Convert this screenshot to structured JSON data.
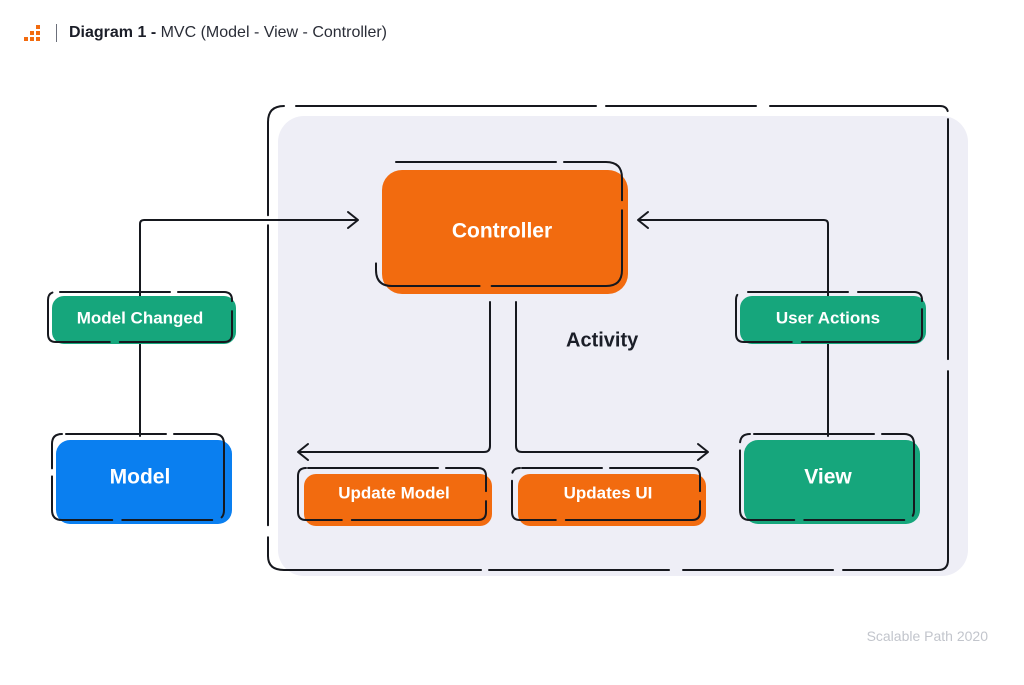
{
  "header": {
    "title_prefix": "Diagram 1 -",
    "title_rest": " MVC (Model - View - Controller)"
  },
  "diagram": {
    "activity_label": "Activity",
    "nodes": {
      "controller": "Controller",
      "model_changed": "Model Changed",
      "model": "Model",
      "user_actions": "User Actions",
      "view": "View",
      "update_model": "Update Model",
      "updates_ui": "Updates UI"
    }
  },
  "footer": {
    "credit": "Scalable Path 2020"
  },
  "colors": {
    "orange": "#f26b0f",
    "green": "#16a67c",
    "blue": "#0a7ff0",
    "activity_bg": "#eeeef6",
    "outline": "#16181e"
  }
}
